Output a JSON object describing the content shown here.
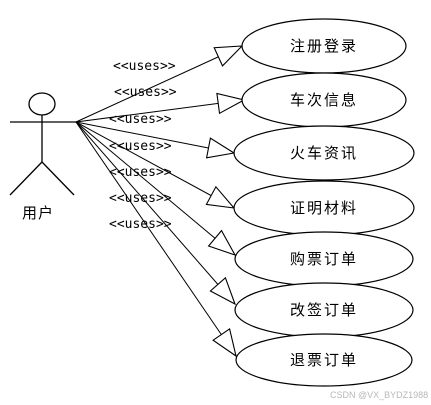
{
  "actor": {
    "name": "用户"
  },
  "relation_label": "<<uses>>",
  "use_cases": [
    {
      "label": "注册登录"
    },
    {
      "label": "车次信息"
    },
    {
      "label": "火车资讯"
    },
    {
      "label": "证明材料"
    },
    {
      "label": "购票订单"
    },
    {
      "label": "改签订单"
    },
    {
      "label": "退票订单"
    }
  ],
  "watermark": "CSDN @VX_BYDZ1988"
}
